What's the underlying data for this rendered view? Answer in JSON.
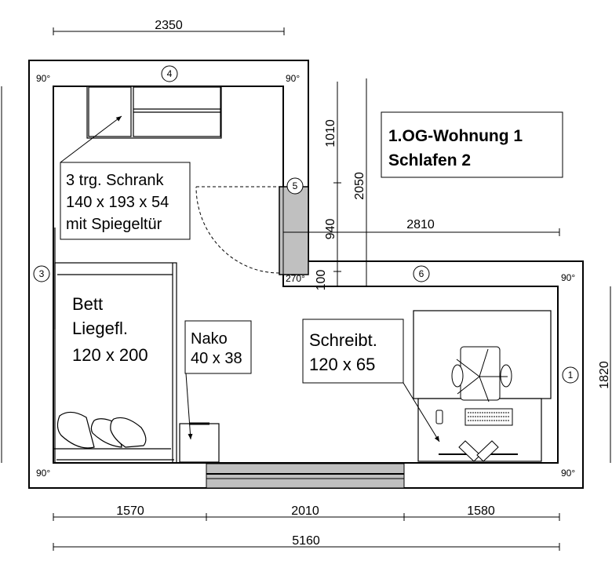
{
  "title": {
    "line1": "1.OG-Wohnung 1",
    "line2": "Schlafen 2"
  },
  "dimensions": {
    "top_width": "2350",
    "v_upper": "1010",
    "v_middle": "940",
    "v_lower": "100",
    "v_total": "2050",
    "h_right": "2810",
    "right_height": "1820",
    "bottom_left": "1570",
    "bottom_mid": "2010",
    "bottom_right": "1580",
    "bottom_total": "5160"
  },
  "angles": {
    "a1": "90°",
    "a2": "90°",
    "a3": "90°",
    "a4": "90°",
    "a5": "90°",
    "a6": "270°"
  },
  "walls": {
    "w1": "1",
    "w3": "3",
    "w4": "4",
    "w5": "5",
    "w6": "6"
  },
  "labels": {
    "schrank": [
      "3 trg. Schrank",
      "140 x 193 x 54",
      "mit Spiegeltür"
    ],
    "bett": [
      "Bett",
      "Liegefl.",
      "120 x 200"
    ],
    "nako": [
      "Nako",
      "40 x 38"
    ],
    "schreibtisch": [
      "Schreibt.",
      "120 x 65"
    ]
  },
  "colors": {
    "wall_element": "#c0c0c0",
    "line": "#000000"
  }
}
